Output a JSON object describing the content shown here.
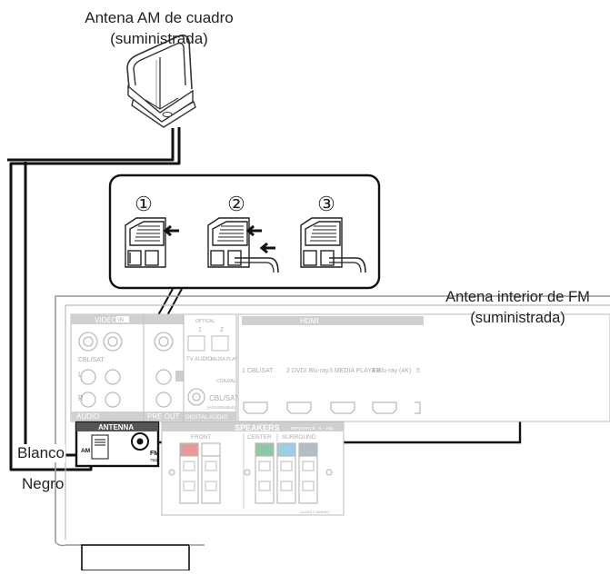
{
  "labels": {
    "am_antenna_line1": "Antena AM de cuadro",
    "am_antenna_line2": "(suministrada)",
    "fm_antenna_line1": "Antena interior de FM",
    "fm_antenna_line2": "(suministrada)",
    "blanco": "Blanco",
    "negro": "Negro"
  },
  "steps": [
    "①",
    "②",
    "③"
  ],
  "panel": {
    "video_in": "VIDEO",
    "in_badge": "IN",
    "cbl_sat": "CBL/SAT",
    "media_player_small": "MEDIA PLAYER",
    "optical": "OPTICAL",
    "optical_1": "1",
    "optical_2": "2",
    "tv_audio": "TV AUDIO",
    "media_player": "MEDIA PLAYER",
    "coaxial": "COAXIAL",
    "coaxial_cbl": "CBL/SAT",
    "assignable": "(ASSIGNABLE)",
    "digital_audio": "DIGITAL AUDIO",
    "audio": "AUDIO",
    "pre_out": "PRE OUT",
    "hdmi": "HDMI",
    "hdmi_inputs": [
      "1 CBL/SAT",
      "2 DVD/ Blu-ray",
      "3 MEDIA PLAYER",
      "4 Blu-ray (4K)",
      "5"
    ],
    "antenna": "ANTENNA",
    "am": "AM",
    "fm": "FM",
    "fm_sub": "75Ω",
    "speakers": "SPEAKERS",
    "impedance": "IMPEDANCE : 6 ~ 16Ω",
    "front": "FRONT",
    "center": "CENTER",
    "surround": "SURROUND",
    "class2": "CLASS 2 WIRING"
  },
  "colors": {
    "line": "#111111",
    "panel_stroke": "#bbbbbb",
    "front_terminal": "#d96b6b",
    "center_terminal": "#5fae7e",
    "surround_terminal": "#6aaed0"
  }
}
